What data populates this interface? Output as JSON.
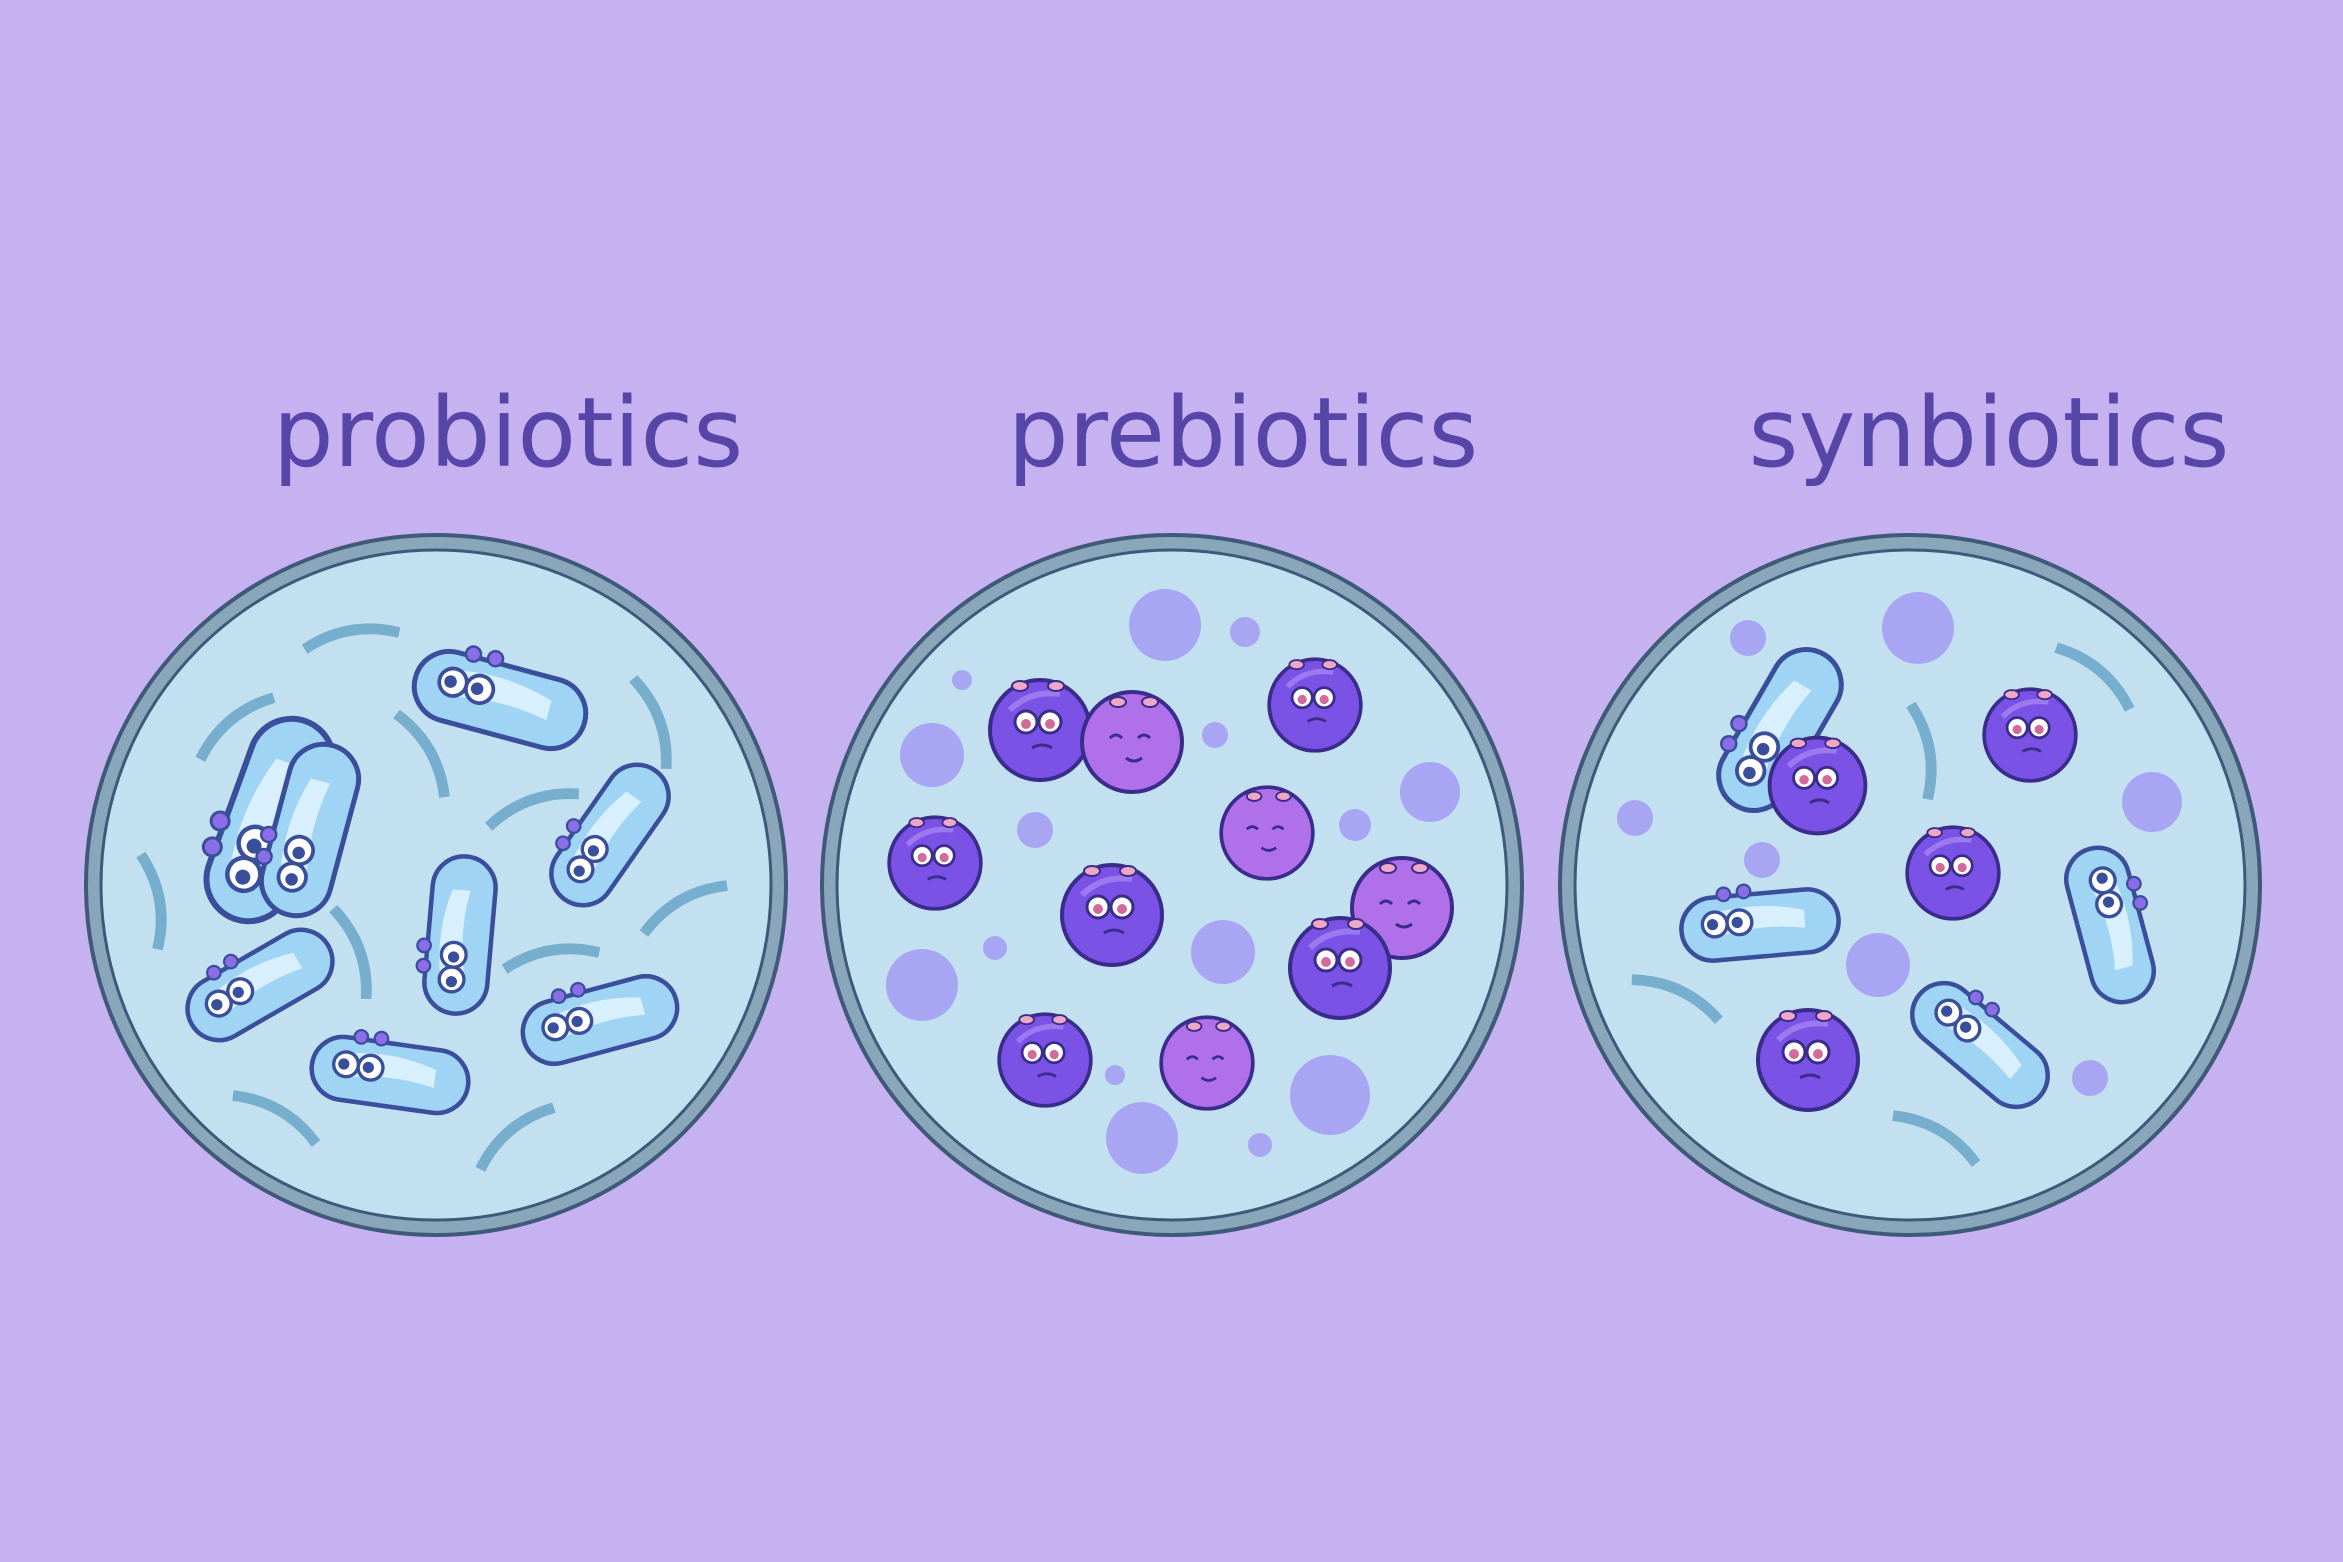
{
  "dishes": [
    {
      "label": "probiotics"
    },
    {
      "label": "prebiotics"
    },
    {
      "label": "synbiotics"
    }
  ],
  "colors": {
    "background": "#c6b1f1",
    "label": "#5845a8",
    "dish_fill": "#c3e0f1",
    "dish_rim": "#8aa6bb",
    "dish_outline": "#3f5a78",
    "bacteria_light": "#9fd4f4",
    "bacteria_mid": "#6aa3e6",
    "bacteria_faded": "#5d9ec2",
    "prebiotic_dark": "#6b3fe2",
    "prebiotic_light": "#b070ea",
    "fiber_dot": "#a8a5f3"
  },
  "icons": [
    "petri-dish-icon",
    "rod-bacterium-icon",
    "round-prebiotic-icon",
    "fiber-particle-icon"
  ]
}
